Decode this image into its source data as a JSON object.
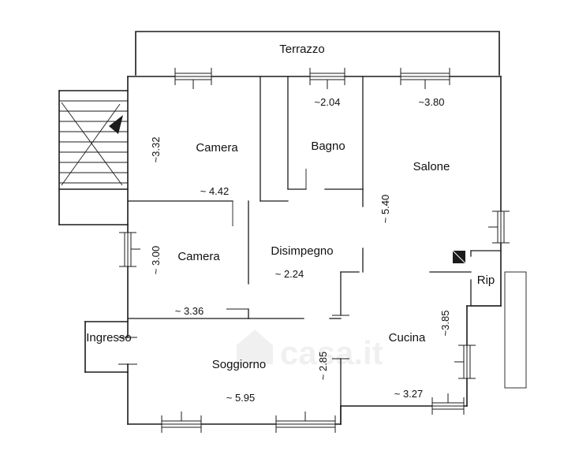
{
  "watermark": "casa.it",
  "rooms": {
    "terrazzo": "Terrazzo",
    "camera1": "Camera",
    "bagno": "Bagno",
    "salone": "Salone",
    "camera2": "Camera",
    "disimpegno": "Disimpegno",
    "rip": "Rip",
    "ingresso": "Ingresso",
    "soggiorno": "Soggiorno",
    "cucina": "Cucina"
  },
  "measurements": {
    "bagno_width": "~2.04",
    "salone_width": "~3.80",
    "camera1_height": "~3.32",
    "camera1_width": "~ 4.42",
    "salone_height": "~ 5.40",
    "camera2_height": "~ 3.00",
    "camera2_width": "~ 3.36",
    "disimpegno_width": "~ 2.24",
    "cucina_height": "~3.85",
    "cucina_width": "~ 3.27",
    "soggiorno_height": "~ 2.85",
    "soggiorno_width": "~ 5.95"
  }
}
